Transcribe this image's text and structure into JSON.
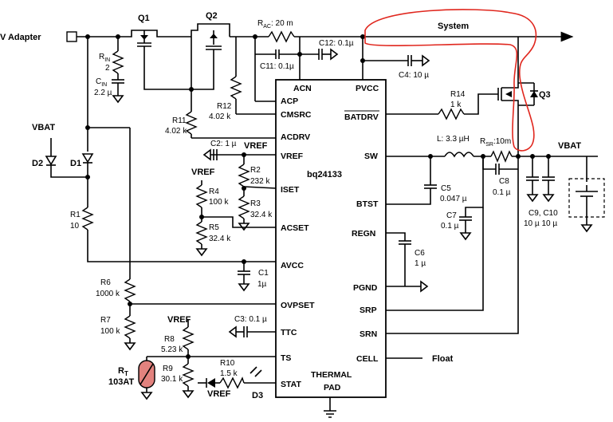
{
  "ic": {
    "name": "bq24133",
    "thermal_line1": "THERMAL",
    "thermal_line2": "PAD"
  },
  "pins_left": [
    "ACN",
    "ACP",
    "CMSRC",
    "ACDRV",
    "VREF",
    "ISET",
    "ACSET",
    "AVCC",
    "OVPSET",
    "TTC",
    "TS",
    "STAT"
  ],
  "pins_right": [
    "PVCC",
    "BATDRV",
    "SW",
    "BTST",
    "REGN",
    "PGND",
    "SRP",
    "SRN",
    "CELL"
  ],
  "nets": {
    "adapter": "V  Adapter",
    "system": "System",
    "vbat_left": "VBAT",
    "vbat_right": "VBAT",
    "vref1": "VREF",
    "vref2": "VREF",
    "vref3": "VREF",
    "vref4": "VREF",
    "float": "Float"
  },
  "parts": {
    "q1": "Q1",
    "q2": "Q2",
    "q3": "Q3",
    "rac": "R",
    "rac_sub": "AC",
    "rac_val": ": 20 m",
    "rin": "R",
    "rin_sub": "IN",
    "rin_val": "2",
    "cin": "C",
    "cin_sub": "IN",
    "cin_val": "2.2 µ",
    "c12": "C12: 0.1µ",
    "c11": "C11: 0.1µ",
    "c4": "C4: 10 µ",
    "r12": "R12",
    "r12_val": "4.02 k",
    "r11": "R11",
    "r11_val": "4.02 k",
    "r14": "R14",
    "r14_val": "1 k",
    "c2": "C2: 1 µ",
    "r2": "R2",
    "r2_val": "232 k",
    "r3": "R3",
    "r3_val": "32.4 k",
    "r4": "R4",
    "r4_val": "100 k",
    "r5": "R5",
    "r5_val": "32.4 k",
    "d1": "D1",
    "d2": "D2",
    "r1": "R1",
    "r1_val": "10",
    "c1": "C1",
    "c1_val": "1µ",
    "r6": "R6",
    "r6_val": "1000 k",
    "r7": "R7",
    "r7_val": "100 k",
    "c3": "C3: 0.1 µ",
    "r8": "R8",
    "r8_val": "5.23 k",
    "r9": "R9",
    "r9_val": "30.1 k",
    "rt": "R",
    "rt_sub": "T",
    "rt_val": "103AT",
    "r10": "R10",
    "r10_val": "1.5 k",
    "d3": "D3",
    "l": "L: 3.3 µH",
    "rsr": "R",
    "rsr_sub": "SR",
    "rsr_val": ":10m",
    "c8": "C8",
    "c8_val": "0.1 µ",
    "c5": "C5",
    "c5_val": "0.047 µ",
    "c7": "C7",
    "c7_val": "0.1 µ",
    "c6": "C6",
    "c6_val": "1 µ",
    "c910": "C9, C10",
    "c910_val": "10 µ  10 µ"
  },
  "colors": {
    "wire": "#000000",
    "highlight": "#e0261d",
    "thermistor": "#e3827e"
  }
}
